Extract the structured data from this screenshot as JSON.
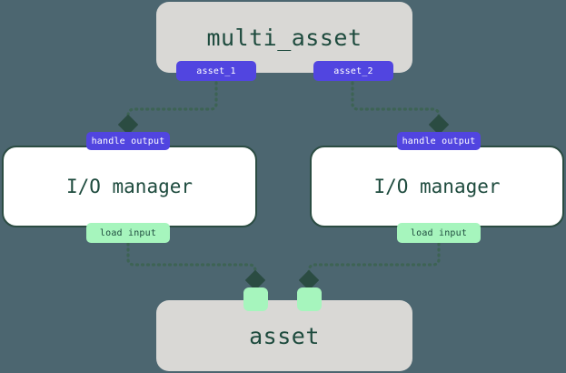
{
  "diagram": {
    "type": "asset-io-manager-flow",
    "background_color": "#4c6670",
    "node_fill": "#d9d8d5",
    "iom_fill": "#ffffff",
    "border_color": "#2b4c42",
    "output_handle_color": "#5145e0",
    "input_handle_color": "#a6f5bd",
    "text_color": "#1e4b3e",
    "edge_color": "#3d6354",
    "edge_style": "dotted",
    "arrowhead": "diamond"
  },
  "nodes": {
    "multi_asset": {
      "label": "multi_asset",
      "outputs": [
        {
          "label": "asset_1"
        },
        {
          "label": "asset_2"
        }
      ]
    },
    "io_manager_left": {
      "label": "I/O manager",
      "input_label": "handle output",
      "output_label": "load input"
    },
    "io_manager_right": {
      "label": "I/O manager",
      "input_label": "handle output",
      "output_label": "load input"
    },
    "asset": {
      "label": "asset",
      "inputs": [
        {
          "label": ""
        },
        {
          "label": ""
        }
      ]
    }
  },
  "edges": [
    {
      "from": "asset_1",
      "to": "handle-output-left"
    },
    {
      "from": "asset_2",
      "to": "handle-output-right"
    },
    {
      "from": "load-input-left",
      "to": "asset-input-1"
    },
    {
      "from": "load-input-right",
      "to": "asset-input-2"
    }
  ]
}
